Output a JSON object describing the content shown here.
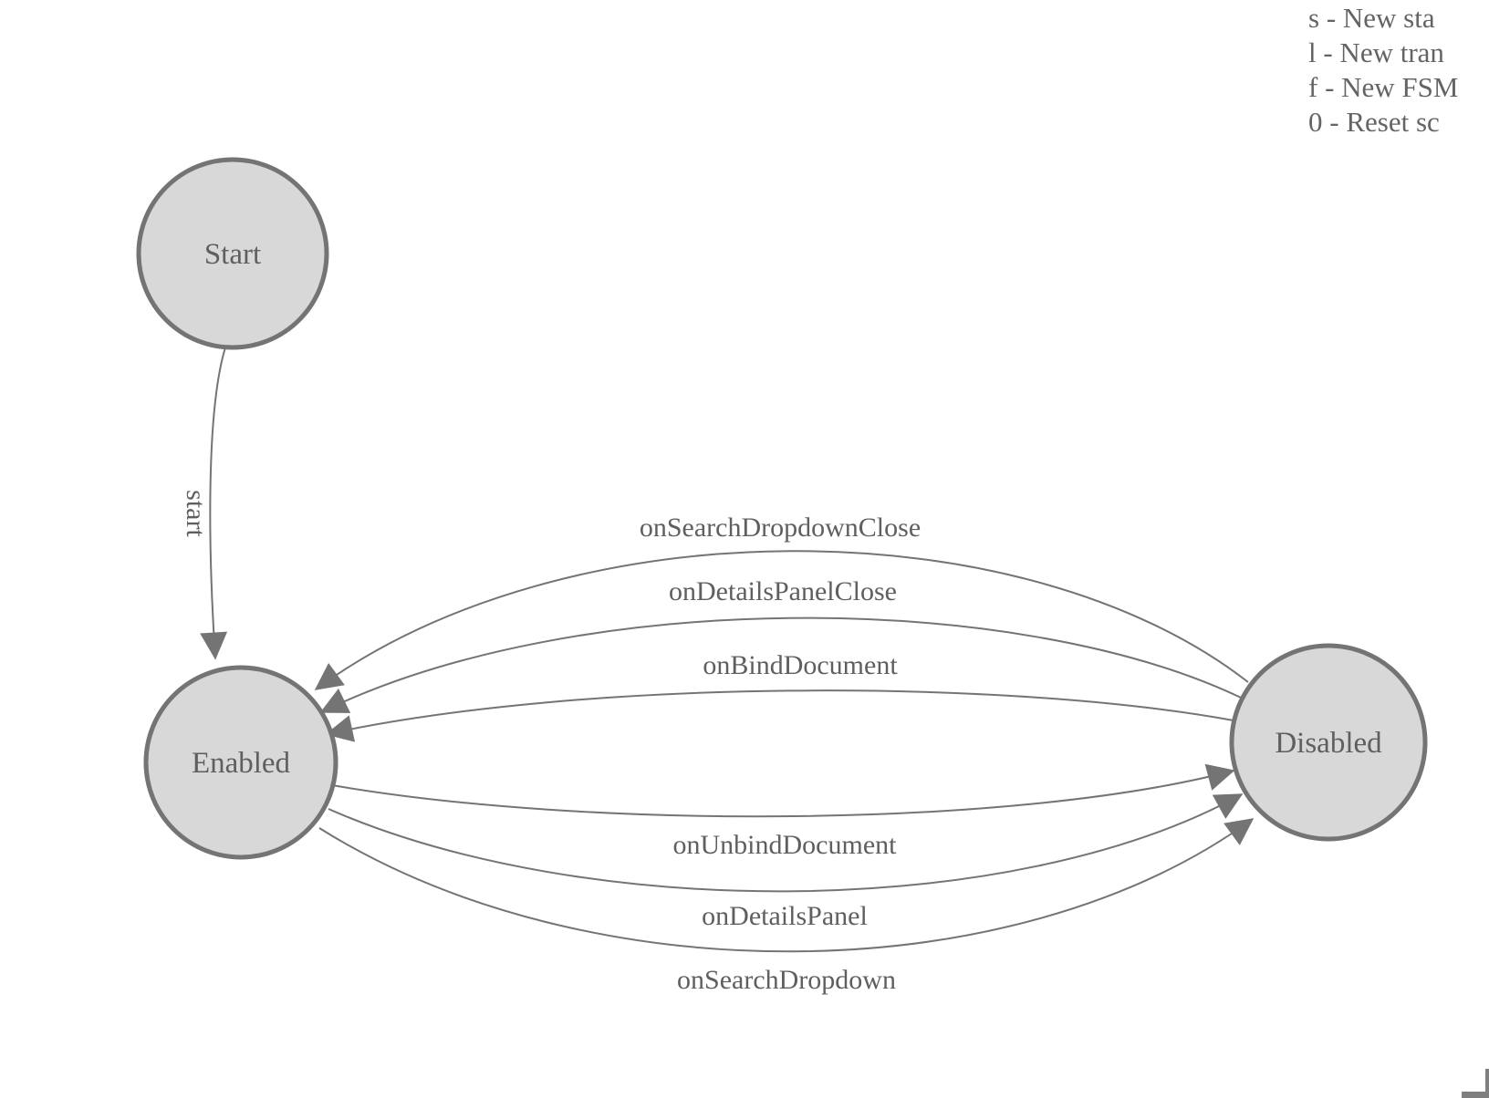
{
  "legend": {
    "items": [
      "s - New sta",
      "l - New tran",
      "f - New FSM",
      "0 - Reset sc"
    ]
  },
  "diagram": {
    "nodes": [
      {
        "id": "start",
        "label": "Start"
      },
      {
        "id": "enabled",
        "label": "Enabled"
      },
      {
        "id": "disabled",
        "label": "Disabled"
      }
    ],
    "edges": [
      {
        "from": "start",
        "to": "enabled",
        "label": "start"
      },
      {
        "from": "disabled",
        "to": "enabled",
        "label": "onSearchDropdownClose"
      },
      {
        "from": "disabled",
        "to": "enabled",
        "label": "onDetailsPanelClose"
      },
      {
        "from": "disabled",
        "to": "enabled",
        "label": "onBindDocument"
      },
      {
        "from": "enabled",
        "to": "disabled",
        "label": "onUnbindDocument"
      },
      {
        "from": "enabled",
        "to": "disabled",
        "label": "onDetailsPanel"
      },
      {
        "from": "enabled",
        "to": "disabled",
        "label": "onSearchDropdown"
      }
    ]
  },
  "colors": {
    "node_fill": "#d8d8d8",
    "node_stroke": "#747474",
    "edge_stroke": "#747474",
    "label_text": "#5f5f5f",
    "legend_text": "#646464"
  }
}
